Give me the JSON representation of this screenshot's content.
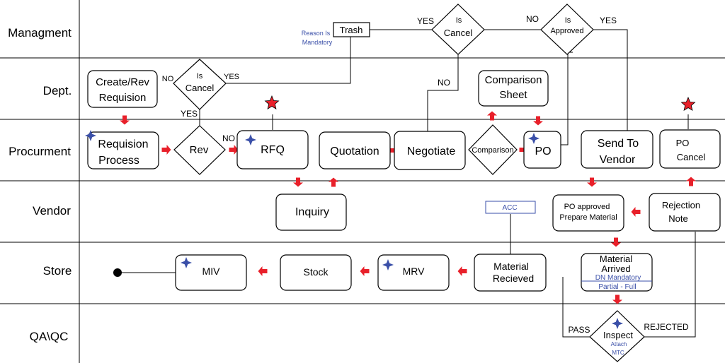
{
  "lanes": [
    "Managment",
    "Dept.",
    "Procurment",
    "Vendor",
    "Store",
    "QA\\QC"
  ],
  "colors": {
    "arrow": "#e8202a",
    "star_blue": "#3a4fa8",
    "star_red": "#e8202a",
    "note_blue": "#3a4fa8"
  },
  "nodes": {
    "create_rev": {
      "line1": "Create/Rev",
      "line2": "Requision"
    },
    "is_cancel_dept": {
      "line1": "Is",
      "line2": "Cancel"
    },
    "requision_process": {
      "line1": "Requision",
      "line2": "Process"
    },
    "rev": {
      "label": "Rev"
    },
    "rfq": {
      "label": "RFQ"
    },
    "quotation": {
      "label": "Quotation"
    },
    "negotiate": {
      "label": "Negotiate"
    },
    "comparison_sheet": {
      "line1": "Comparison",
      "line2": "Sheet"
    },
    "comparison": {
      "label": "Comparison"
    },
    "po": {
      "label": "PO"
    },
    "send_to_vendor": {
      "line1": "Send To",
      "line2": "Vendor"
    },
    "po_cancel": {
      "line1": "PO",
      "line2": "Cancel"
    },
    "inquiry": {
      "label": "Inquiry"
    },
    "po_approved": {
      "line1": "PO approved",
      "line2": "Prepare Material"
    },
    "rejection_note": {
      "line1": "Rejection",
      "line2": "Note"
    },
    "trash": {
      "label": "Trash"
    },
    "is_cancel_mgmt": {
      "line1": "Is",
      "line2": "Cancel"
    },
    "is_approved": {
      "line1": "Is",
      "line2": "Approved"
    },
    "miv": {
      "label": "MIV"
    },
    "stock": {
      "label": "Stock"
    },
    "mrv": {
      "label": "MRV"
    },
    "material_recieved": {
      "line1": "Material",
      "line2": "Recieved"
    },
    "material_arrived": {
      "line1": "Material",
      "line2": "Arrived",
      "line3": "DN Mandatory",
      "line4": "Partial - Full"
    },
    "acc": {
      "label": "ACC"
    },
    "inspect": {
      "label": "Inspect",
      "line2": "Attach",
      "line3": "MTC"
    }
  },
  "notes": {
    "reason_line1": "Reason Is",
    "reason_line2": "Mandatory"
  },
  "edge_labels": {
    "no_create": "NO",
    "yes_cancel_dept": "YES",
    "yes_down": "YES",
    "no_rev": "NO",
    "yes_mgmt_cancel": "YES",
    "no_mgmt_cancel": "NO",
    "no_approved": "NO",
    "yes_approved": "YES",
    "pass": "PASS",
    "rejected": "REJECTED"
  }
}
